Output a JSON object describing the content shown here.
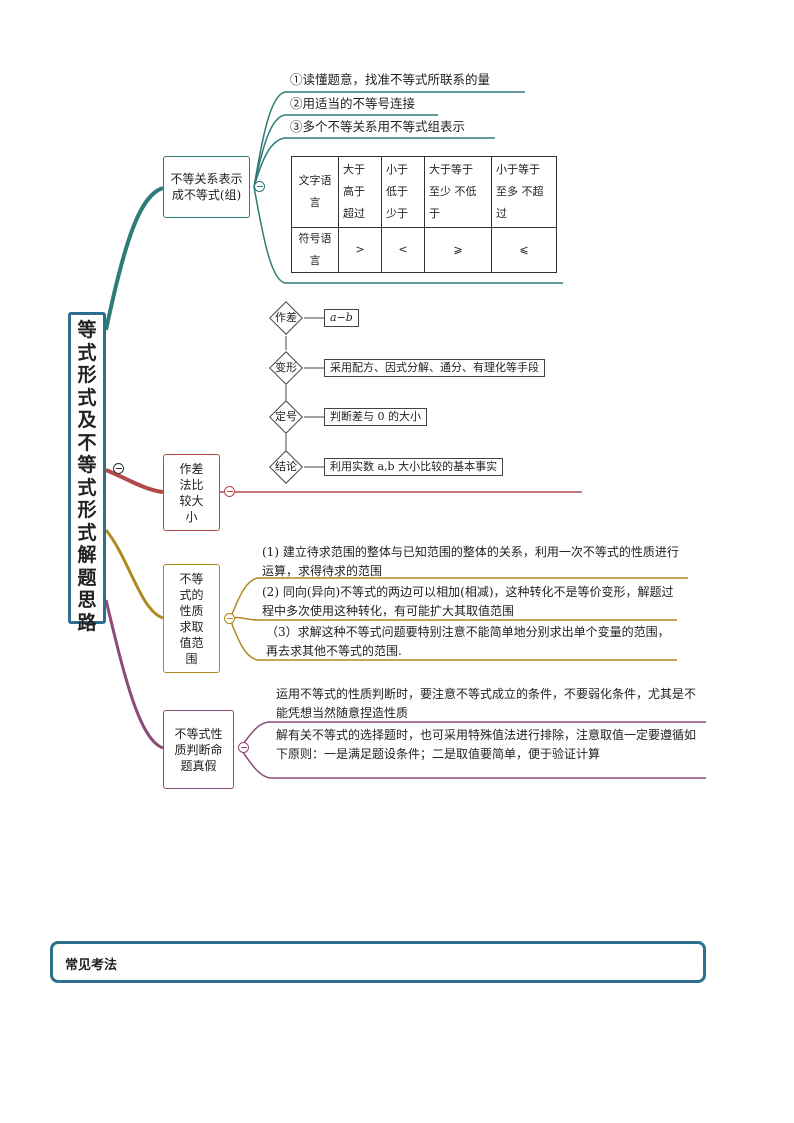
{
  "root": {
    "title": "等式形式及不等式形式解题思路"
  },
  "colors": {
    "teal": "#2e7b78",
    "red": "#b24a4a",
    "gold": "#b08a1f",
    "purple": "#8c4a78",
    "root_border": "#2e6f8e"
  },
  "branch1": {
    "label": "不等关系表示成不等式(组)",
    "items": [
      "①读懂题意，找准不等式所联系的量",
      "②用适当的不等号连接",
      "③多个不等关系用不等式组表示"
    ],
    "table": {
      "row1": [
        "文字语言",
        "大于 高于 超过",
        "小于 低于 少于",
        "大于等于 至少 不低于",
        "小于等于 至多 不超过"
      ],
      "row2": [
        "符号语言",
        ">",
        "<",
        "⩾",
        "⩽"
      ]
    }
  },
  "branch2": {
    "label": "作差法比较大小",
    "steps": [
      {
        "name": "作差",
        "desc": "a−b"
      },
      {
        "name": "变形",
        "desc": "采用配方、因式分解、通分、有理化等手段"
      },
      {
        "name": "定号",
        "desc": "判断差与 0 的大小"
      },
      {
        "name": "结论",
        "desc": "利用实数 a,b 大小比较的基本事实"
      }
    ]
  },
  "branch3": {
    "label": "不等式的性质求取值范围",
    "items": [
      "(1) 建立待求范围的整体与已知范围的整体的关系，利用一次不等式的性质进行运算，求得待求的范围",
      "(2) 同向(异向)不等式的两边可以相加(相减)，这种转化不是等价变形，解题过程中多次使用这种转化，有可能扩大其取值范围",
      "（3）求解这种不等式问题要特别注意不能简单地分别求出单个变量的范围，再去求其他不等式的范围."
    ]
  },
  "branch4": {
    "label": "不等式性质判断命题真假",
    "items": [
      "运用不等式的性质判断时，要注意不等式成立的条件，不要弱化条件，尤其是不能凭想当然随意捏造性质",
      "解有关不等式的选择题时，也可采用特殊值法进行排除，注意取值一定要遵循如下原则：一是满足题设条件；二是取值要简单，便于验证计算"
    ]
  },
  "footer": {
    "title": "常见考法"
  }
}
